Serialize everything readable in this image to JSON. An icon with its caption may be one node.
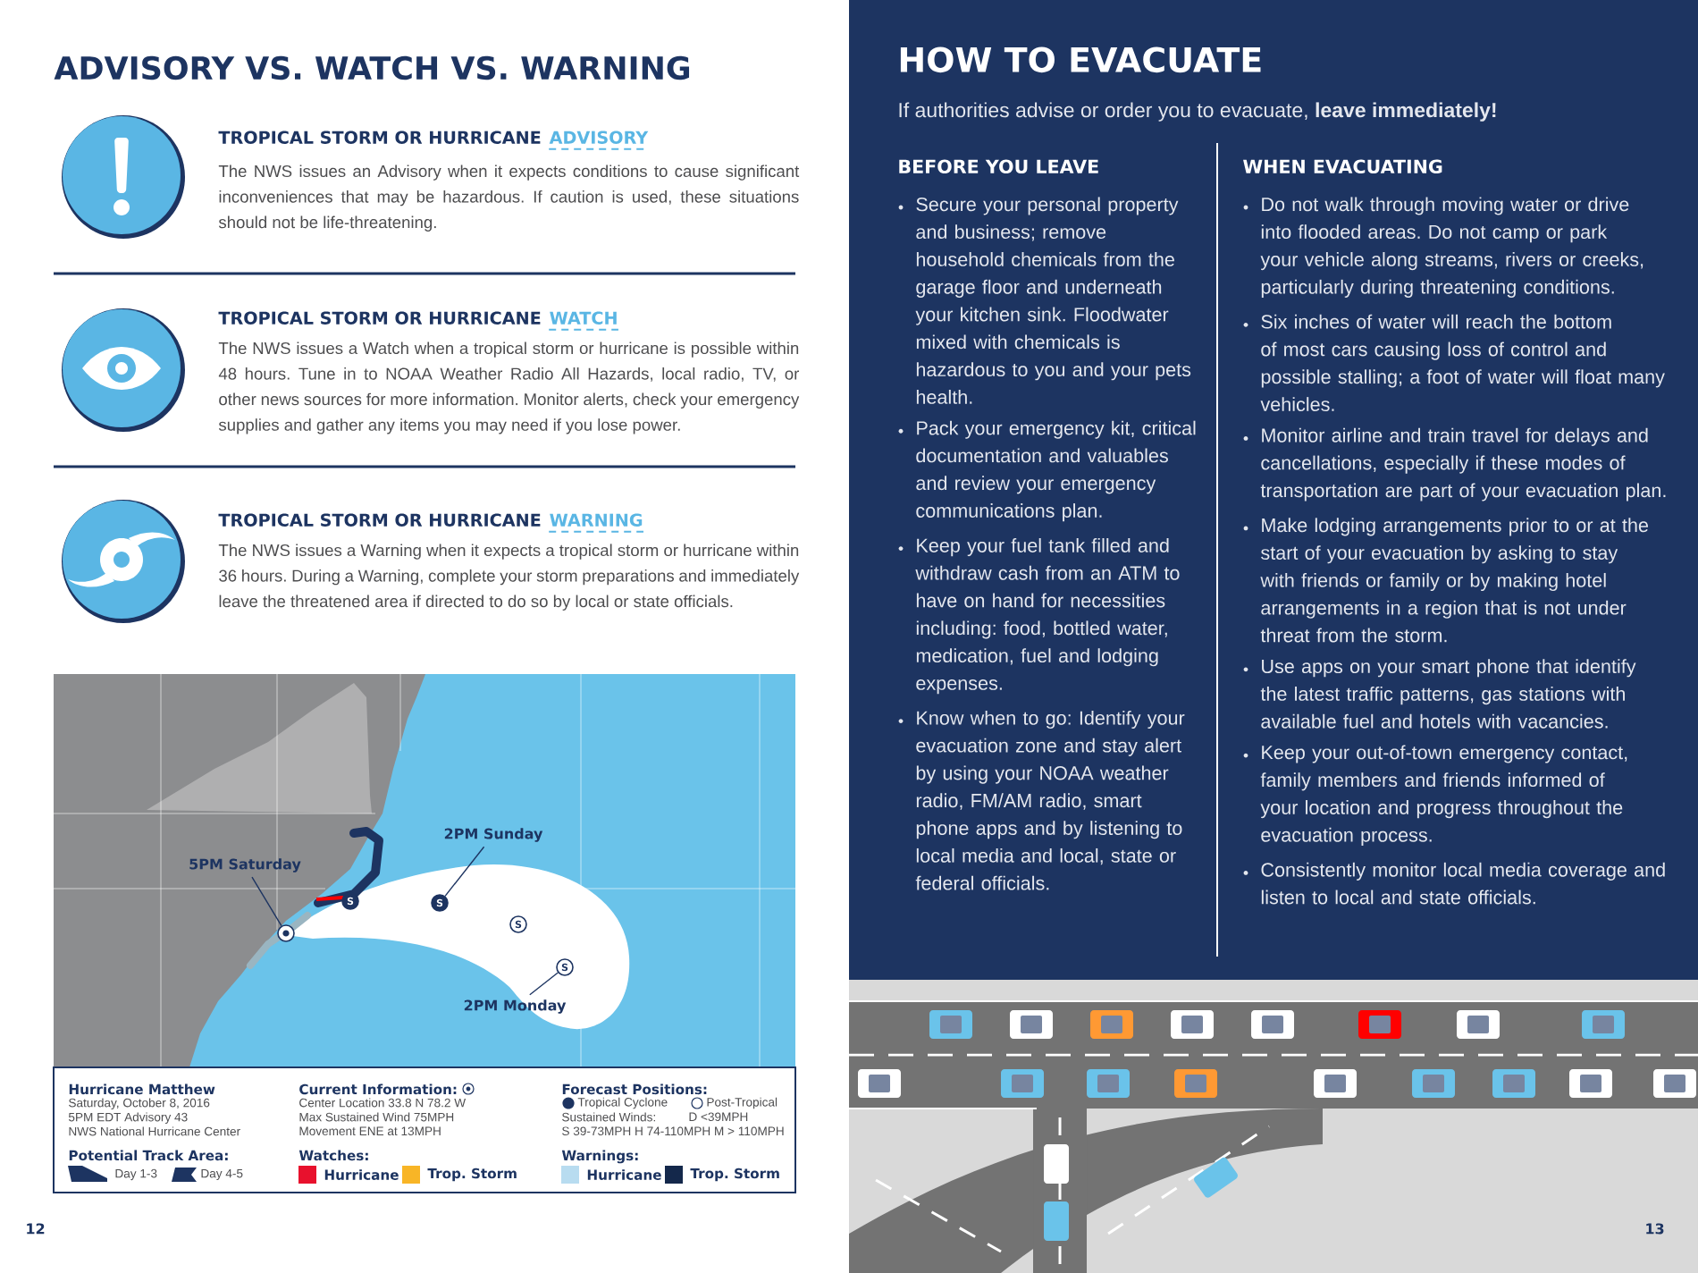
{
  "diagram": {
    "title": "ADVISORY VS. WATCH VS. WARNING",
    "nodes": [
      {
        "text": [
          "5PM Saturday"
        ]
      },
      {
        "text": [
          "2PM Sunday"
        ]
      },
      {
        "text": [
          "2PM Monday"
        ]
      },
      {
        "text": [],
        "shape": "circle"
      },
      {
        "text": [
          "S"
        ]
      },
      {
        "text": [
          "S"
        ]
      },
      {
        "text": [
          "S"
        ]
      },
      {
        "text": [
          "S"
        ]
      }
    ],
    "edges": [
      {
        "from": 0,
        "to": 3,
        "arrow": "none"
      },
      {
        "from": 1,
        "to": 5,
        "arrow": "none"
      },
      {
        "from": 2,
        "to": 7,
        "arrow": "none"
      }
    ],
    "labels": [
      "TROPICAL STORM OR HURRICANE",
      "ADVISORY",
      "The NWS issues an Advisory when it expects conditions to cause significant inconveniences that may be hazardous. If caution is used, these situations should not be life-threatening.",
      "TROPICAL STORM OR HURRICANE",
      "WATCH",
      "The NWS issues a Watch when a tropical storm or hurricane is possible within 48 hours. Tune in to NOAA Weather Radio All Hazards, local radio, TV, or other news sources for more information. Monitor alerts, check your emergency supplies and gather any items you may need if you lose power.",
      "TROPICAL STORM OR HURRICANE",
      "WARNING",
      "The NWS issues a Warning when it expects a tropical storm or hurricane within 36 hours. During a Warning, complete your storm preparations and immediately leave the threatened area if directed to do so by local or state officials.",
      "Hurricane Matthew",
      "Saturday, October 8, 2016",
      "5PM EDT Advisory 43",
      "NWS National Hurricane Center",
      "Potential Track Area:",
      "Current Information:",
      "Center Location 33.8 N 78.2 W",
      "Max Sustained Wind 75MPH",
      "Movement ENE at 13MPH",
      "Watches:",
      "Forecast Positions:",
      "Sustained Winds:",
      "D <39MPH",
      "S 39-73MPH H 74-110MPH M > 110MPH",
      "Warnings:",
      "12",
      "HOW TO EVACUATE",
      "If authorities advise or order you to evacuate, **leave immediately!**",
      "BEFORE YOU LEAVE",
      "Secure your personal property and business; remove household chemicals from the garage floor and underneath your kitchen sink. Floodwater mixed with chemicals is hazardous to you and your pets health.",
      "Pack your emergency kit, critical documentation and valuables and review your emergency communications plan.",
      "Keep your fuel tank filled and withdraw cash from an ATM to have on hand for necessities including: food, bottled water, medication, fuel and lodging expenses.",
      "Know when to go: Identify your evacuation zone and stay alert by using your NOAA weather radio, FM/AM radio, smart phone apps and by listening to local media and local, state or federal officials.",
      "WHEN EVACUATING",
      "Do not walk through moving water or drive into flooded areas. Do not camp or park your vehicle along streams, rivers or creeks, particularly during threatening conditions.",
      "Six inches of water will reach the bottom of most cars causing loss of control and possible stalling; a foot of water will float many vehicles.",
      "Monitor airline and train travel for delays and cancellations, especially if these modes of transportation are part of your evacuation plan.",
      "Make lodging arrangements prior to or at the start of your evacuation by asking to stay with friends or family or by making hotel arrangements in a region that is not under threat from the storm.",
      "Use apps on your smart phone that identify the latest traffic patterns, gas stations with available fuel and hotels with vacancies.",
      "Keep your out-of-town emergency contact, family members and friends informed of your location and progress throughout the evacuation process.",
      "Consistently monitor local media coverage and listen to local and state officials.",
      "13"
    ],
    "legend": [
      {
        "text": "Day 1-3"
      },
      {
        "text": "Day 4-5"
      },
      {
        "text": "Tropical Cyclone"
      },
      {
        "text": "Post-Tropical"
      },
      {
        "text": "Hurricane",
        "color": "#e8112d"
      },
      {
        "text": "Trop. Storm",
        "color": "#f8b526"
      },
      {
        "text": "Hurricane",
        "color": "#b8dcf0"
      },
      {
        "text": "Trop. Storm",
        "color": "#14284b"
      }
    ]
  }
}
